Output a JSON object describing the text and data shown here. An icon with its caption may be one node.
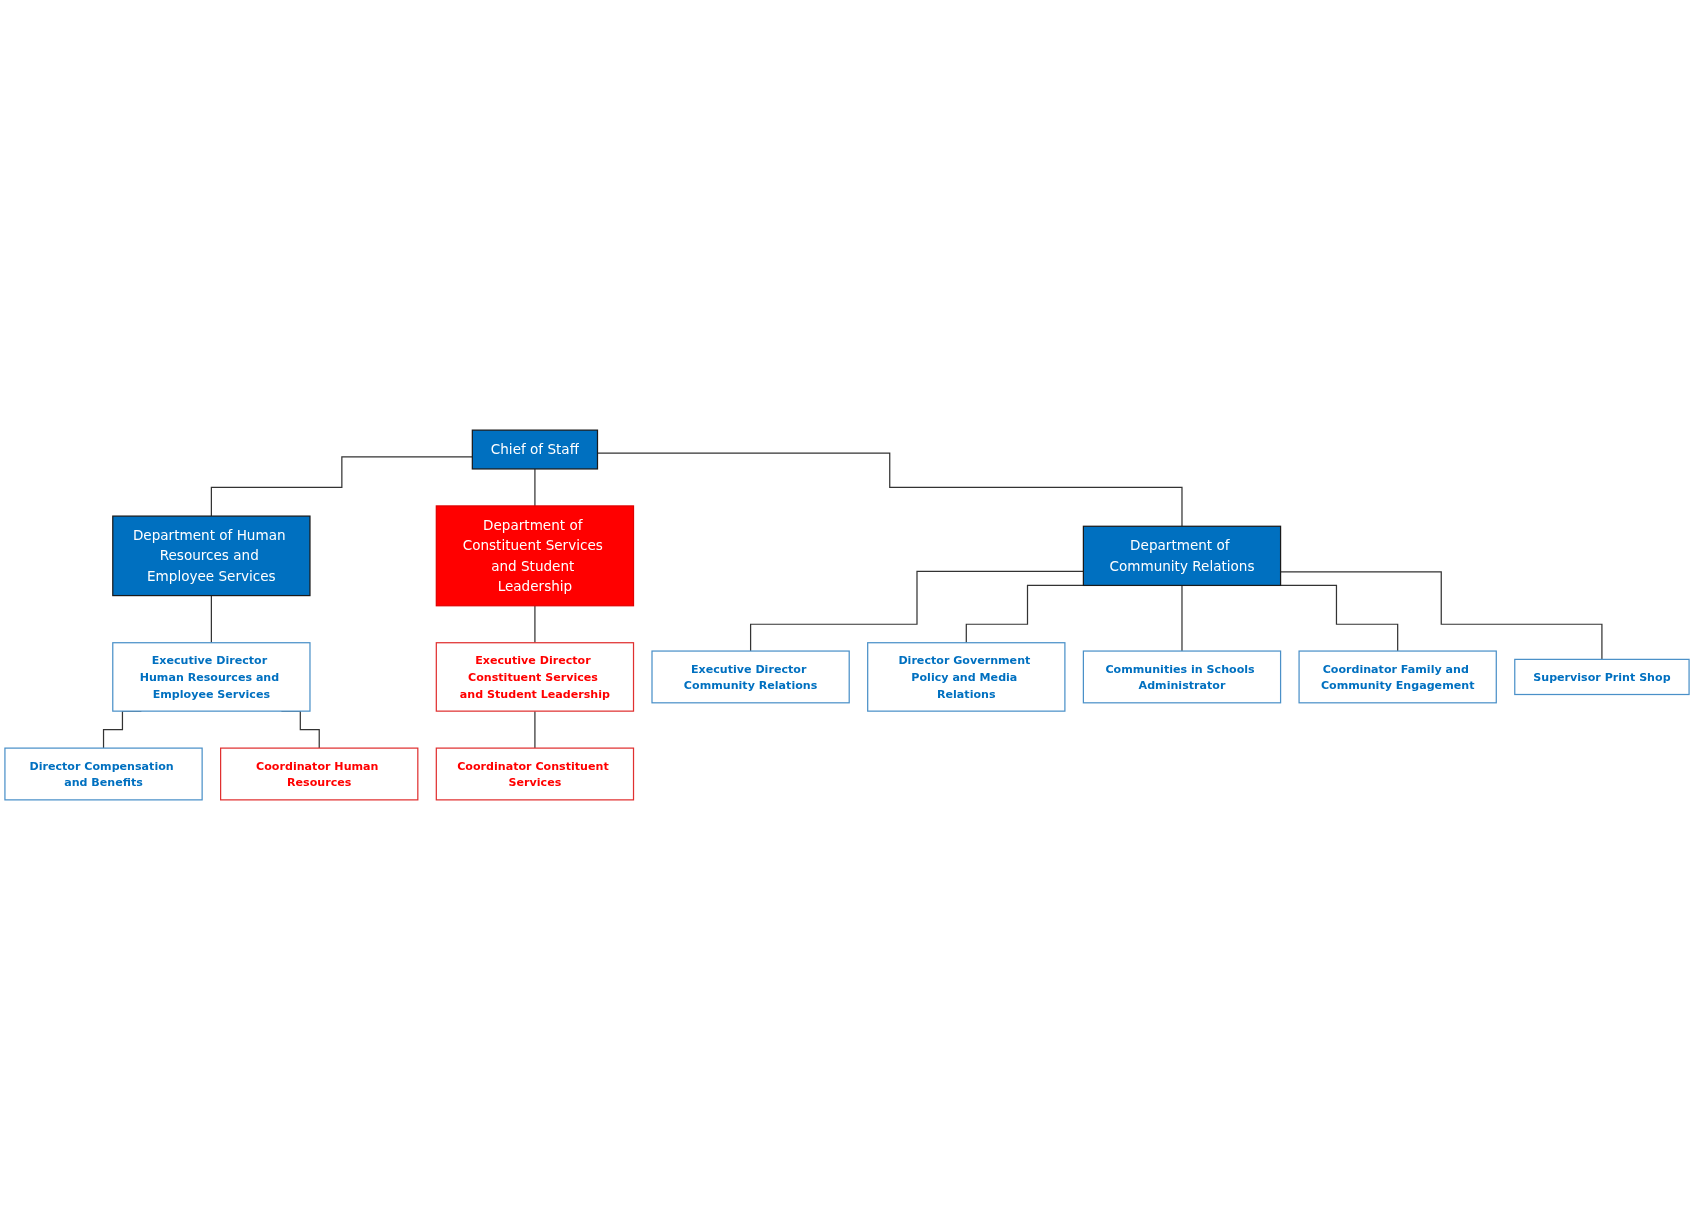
{
  "diagram": {
    "nodes": [
      {
        "text": [
          "Chief of Staff"
        ]
      },
      {
        "text": [
          "Department of Human Resources and Employee Services"
        ]
      },
      {
        "text": [
          "Department of Constituent Services and Student Leadership"
        ]
      },
      {
        "text": [
          "Department of Community Relations"
        ]
      },
      {
        "text": [
          "Executive Director Human Resources and Employee Services"
        ]
      },
      {
        "text": [
          "Director Compensation and Benefits"
        ]
      },
      {
        "text": [
          "Coordinator Human Resources"
        ]
      },
      {
        "text": [
          "Executive Director Constituent Services and Student Leadership"
        ]
      },
      {
        "text": [
          "Coordinator Constituent Services"
        ]
      },
      {
        "text": [
          "Executive Director Community Relations"
        ]
      },
      {
        "text": [
          "Director Government Policy and Media Relations"
        ]
      },
      {
        "text": [
          "Communities in Schools Administrator"
        ]
      },
      {
        "text": [
          "Coordinator Family and Community Engagement"
        ]
      },
      {
        "text": [
          "Supervisor Print Shop"
        ]
      }
    ],
    "edges": [
      {
        "from": 0,
        "to": 1,
        "arrow": "none"
      },
      {
        "from": 0,
        "to": 2,
        "arrow": "none"
      },
      {
        "from": 0,
        "to": 3,
        "arrow": "none"
      },
      {
        "from": 1,
        "to": 4,
        "arrow": "none"
      },
      {
        "from": 4,
        "to": 5,
        "arrow": "none"
      },
      {
        "from": 4,
        "to": 6,
        "arrow": "none"
      },
      {
        "from": 2,
        "to": 7,
        "arrow": "none"
      },
      {
        "from": 7,
        "to": 8,
        "arrow": "none"
      },
      {
        "from": 3,
        "to": 9,
        "arrow": "none"
      },
      {
        "from": 3,
        "to": 10,
        "arrow": "none"
      },
      {
        "from": 3,
        "to": 11,
        "arrow": "none"
      },
      {
        "from": 3,
        "to": 12,
        "arrow": "none"
      },
      {
        "from": 3,
        "to": 13,
        "arrow": "none"
      }
    ]
  }
}
